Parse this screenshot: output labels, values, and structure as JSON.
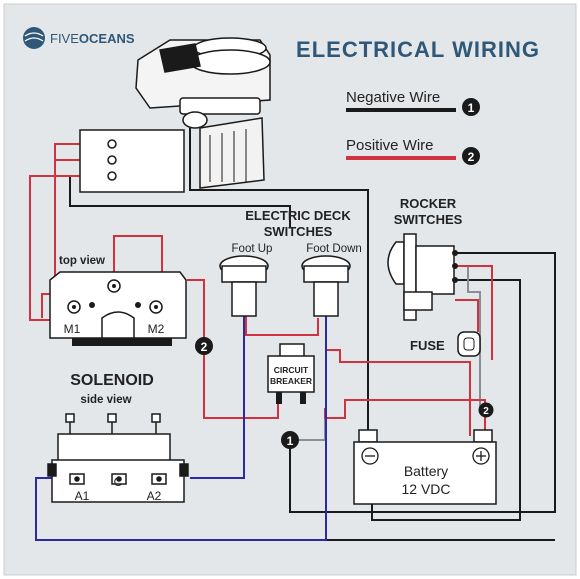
{
  "brand": {
    "name_prefix": "FIVE",
    "name_suffix": "OCEANS"
  },
  "title": "ELECTRICAL WIRING",
  "legend": {
    "negative": {
      "label": "Negative Wire",
      "number": "1",
      "color": "#1a1a1a"
    },
    "positive": {
      "label": "Positive Wire",
      "number": "2",
      "color": "#d1323f"
    }
  },
  "deck_switches": {
    "title_line1": "ELECTRIC DECK",
    "title_line2": "SWITCHES",
    "foot_up": "Foot Up",
    "foot_down": "Foot Down"
  },
  "rocker": {
    "title_line1": "ROCKER",
    "title_line2": "SWITCHES"
  },
  "fuse_label": "FUSE",
  "solenoid": {
    "top_view_label": "top view",
    "m1": "M1",
    "m2": "M2",
    "title": "SOLENOID",
    "side_view_label": "side view",
    "a1": "A1",
    "c": "C",
    "a2": "A2"
  },
  "breaker": {
    "line1": "CIRCUIT",
    "line2": "BREAKER"
  },
  "battery": {
    "line1": "Battery",
    "line2": "12 VDC"
  },
  "markers": {
    "positive_num": "2",
    "negative_num": "1"
  },
  "colors": {
    "background": "#e4e7ea",
    "blue_wire": "#2a2aa6",
    "gray_wire": "#8a8f94",
    "title_blue": "#2f5878"
  }
}
